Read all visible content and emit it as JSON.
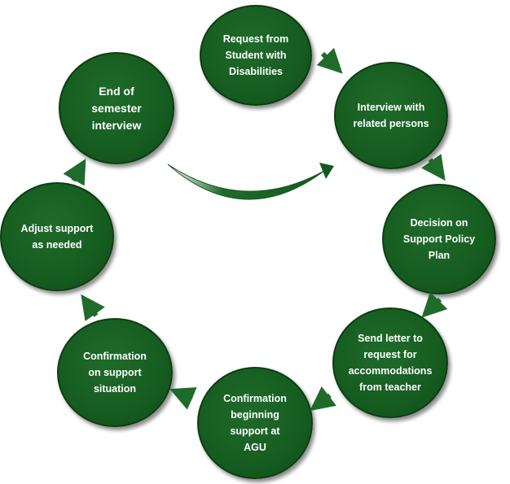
{
  "nodes": [
    {
      "id": "request",
      "label": "Request from\nStudent with\nDisabilities"
    },
    {
      "id": "interview",
      "label": "Interview with\nrelated persons"
    },
    {
      "id": "decision",
      "label": "Decision on\nSupport Policy\nPlan"
    },
    {
      "id": "send-letter",
      "label": "Send letter to\nrequest for\naccommodations\nfrom teacher"
    },
    {
      "id": "confirm-begin",
      "label": "Confirmation\nbeginning\nsupport at\nAGU"
    },
    {
      "id": "confirm-situation",
      "label": "Confirmation\non support\nsituation"
    },
    {
      "id": "adjust",
      "label": "Adjust support\nas needed"
    },
    {
      "id": "end-semester",
      "label": "End of\nsemester\ninterview"
    }
  ],
  "colors": {
    "node_fill": "#165c20",
    "arrow": "#1f6b2a",
    "text": "#ffffff"
  }
}
